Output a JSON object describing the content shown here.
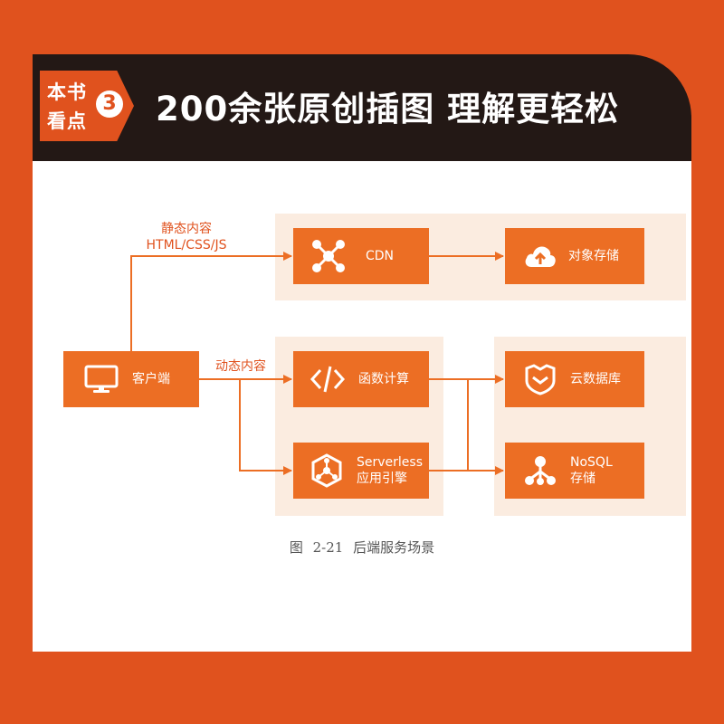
{
  "badge": {
    "line1": "本书",
    "line2": "看点",
    "number": "3"
  },
  "headline": "200余张原创插图 理解更轻松",
  "diagram": {
    "nodes": {
      "client": {
        "label": "客户端",
        "icon": "monitor-icon"
      },
      "cdn": {
        "label": "CDN",
        "icon": "network-hub-icon"
      },
      "object_storage": {
        "label": "对象存储",
        "icon": "cloud-upload-icon"
      },
      "function_compute": {
        "label": "函数计算",
        "icon": "code-brackets-icon"
      },
      "serverless_engine": {
        "label_line1": "Serverless",
        "label_line2": "应用引擎",
        "icon": "cube-network-icon"
      },
      "cloud_database": {
        "label": "云数据库",
        "icon": "shield-cube-icon"
      },
      "nosql_storage": {
        "label_line1": "NoSQL",
        "label_line2": "存储",
        "icon": "tree-nodes-icon"
      }
    },
    "edge_labels": {
      "static_line1": "静态内容",
      "static_line2": "HTML/CSS/JS",
      "dynamic": "动态内容"
    },
    "caption": "图 2-21 后端服务场景"
  },
  "colors": {
    "accent": "#e0521e",
    "node": "#ec6e24",
    "header": "#231815",
    "group_bg": "#fbece0"
  }
}
